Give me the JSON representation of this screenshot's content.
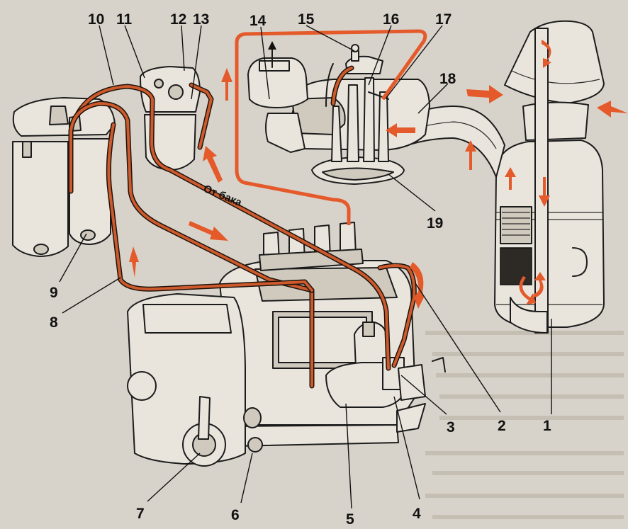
{
  "callouts": [
    {
      "id": "1",
      "text": "1"
    },
    {
      "id": "2",
      "text": "2"
    },
    {
      "id": "3",
      "text": "3"
    },
    {
      "id": "4",
      "text": "4"
    },
    {
      "id": "5",
      "text": "5"
    },
    {
      "id": "6",
      "text": "6"
    },
    {
      "id": "7",
      "text": "7"
    },
    {
      "id": "8",
      "text": "8"
    },
    {
      "id": "9",
      "text": "9"
    },
    {
      "id": "10",
      "text": "10"
    },
    {
      "id": "11",
      "text": "11"
    },
    {
      "id": "12",
      "text": "12"
    },
    {
      "id": "13",
      "text": "13"
    },
    {
      "id": "14",
      "text": "14"
    },
    {
      "id": "15",
      "text": "15"
    },
    {
      "id": "16",
      "text": "16"
    },
    {
      "id": "17",
      "text": "17"
    },
    {
      "id": "18",
      "text": "18"
    },
    {
      "id": "19",
      "text": "19"
    }
  ],
  "annotations": {
    "from_tank": "От бака"
  },
  "colors": {
    "fuel_line": "#cc5a2c",
    "flow_arrow": "#e45a2a",
    "paper": "#d8d3ca"
  }
}
